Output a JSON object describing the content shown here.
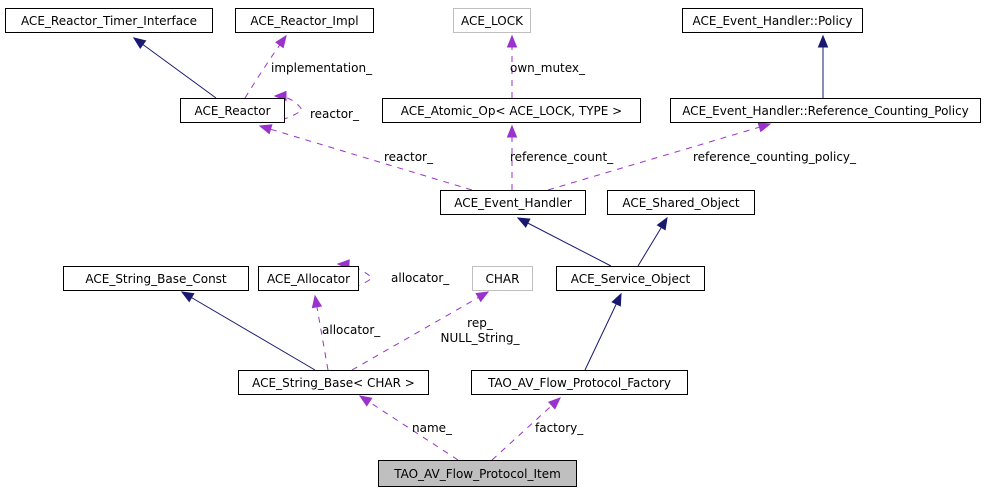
{
  "diagram": {
    "title": "Collaboration diagram for TAO_AV_Flow_Protocol_Item",
    "nodes": [
      {
        "id": "reactor_timer_interface",
        "label": "ACE_Reactor_Timer_Interface",
        "kind": "normal"
      },
      {
        "id": "reactor_impl",
        "label": "ACE_Reactor_Impl",
        "kind": "normal"
      },
      {
        "id": "ace_lock",
        "label": "ACE_LOCK",
        "kind": "external"
      },
      {
        "id": "eh_policy",
        "label": "ACE_Event_Handler::Policy",
        "kind": "normal"
      },
      {
        "id": "reactor",
        "label": "ACE_Reactor",
        "kind": "normal"
      },
      {
        "id": "atomic_op",
        "label": "ACE_Atomic_Op< ACE_LOCK, TYPE >",
        "kind": "normal"
      },
      {
        "id": "ref_counting_policy",
        "label": "ACE_Event_Handler::Reference_Counting_Policy",
        "kind": "normal"
      },
      {
        "id": "event_handler",
        "label": "ACE_Event_Handler",
        "kind": "normal"
      },
      {
        "id": "shared_object",
        "label": "ACE_Shared_Object",
        "kind": "normal"
      },
      {
        "id": "string_base_const",
        "label": "ACE_String_Base_Const",
        "kind": "normal"
      },
      {
        "id": "allocator",
        "label": "ACE_Allocator",
        "kind": "normal"
      },
      {
        "id": "char",
        "label": "CHAR",
        "kind": "external"
      },
      {
        "id": "service_object",
        "label": "ACE_Service_Object",
        "kind": "normal"
      },
      {
        "id": "string_base",
        "label": "ACE_String_Base< CHAR >",
        "kind": "normal"
      },
      {
        "id": "flow_protocol_factory",
        "label": "TAO_AV_Flow_Protocol_Factory",
        "kind": "normal"
      },
      {
        "id": "flow_protocol_item",
        "label": "TAO_AV_Flow_Protocol_Item",
        "kind": "focus"
      }
    ],
    "edges": [
      {
        "from": "reactor",
        "to": "reactor_timer_interface",
        "type": "inherit",
        "label": ""
      },
      {
        "from": "reactor",
        "to": "reactor_impl",
        "type": "use",
        "label": "implementation_"
      },
      {
        "from": "reactor",
        "to": "reactor",
        "type": "use",
        "label": "reactor_"
      },
      {
        "from": "atomic_op",
        "to": "ace_lock",
        "type": "use",
        "label": "own_mutex_"
      },
      {
        "from": "ref_counting_policy",
        "to": "eh_policy",
        "type": "inherit",
        "label": ""
      },
      {
        "from": "event_handler",
        "to": "reactor",
        "type": "use",
        "label": "reactor_"
      },
      {
        "from": "event_handler",
        "to": "atomic_op",
        "type": "use",
        "label": "reference_count_"
      },
      {
        "from": "event_handler",
        "to": "ref_counting_policy",
        "type": "use",
        "label": "reference_counting_policy_"
      },
      {
        "from": "service_object",
        "to": "event_handler",
        "type": "inherit",
        "label": ""
      },
      {
        "from": "service_object",
        "to": "shared_object",
        "type": "inherit",
        "label": ""
      },
      {
        "from": "allocator",
        "to": "allocator",
        "type": "use",
        "label": "allocator_"
      },
      {
        "from": "string_base",
        "to": "string_base_const",
        "type": "inherit",
        "label": ""
      },
      {
        "from": "string_base",
        "to": "allocator",
        "type": "use",
        "label": "allocator_"
      },
      {
        "from": "string_base",
        "to": "char",
        "type": "use",
        "label": "rep_\nNULL_String_"
      },
      {
        "from": "flow_protocol_factory",
        "to": "service_object",
        "type": "inherit",
        "label": ""
      },
      {
        "from": "flow_protocol_item",
        "to": "string_base",
        "type": "use",
        "label": "name_"
      },
      {
        "from": "flow_protocol_item",
        "to": "flow_protocol_factory",
        "type": "use",
        "label": "factory_"
      }
    ],
    "colors": {
      "inheritance": "#191970",
      "usage": "#9a32cd",
      "external_border": "#bfbfbf",
      "focus_fill": "#bfbfbf"
    }
  }
}
